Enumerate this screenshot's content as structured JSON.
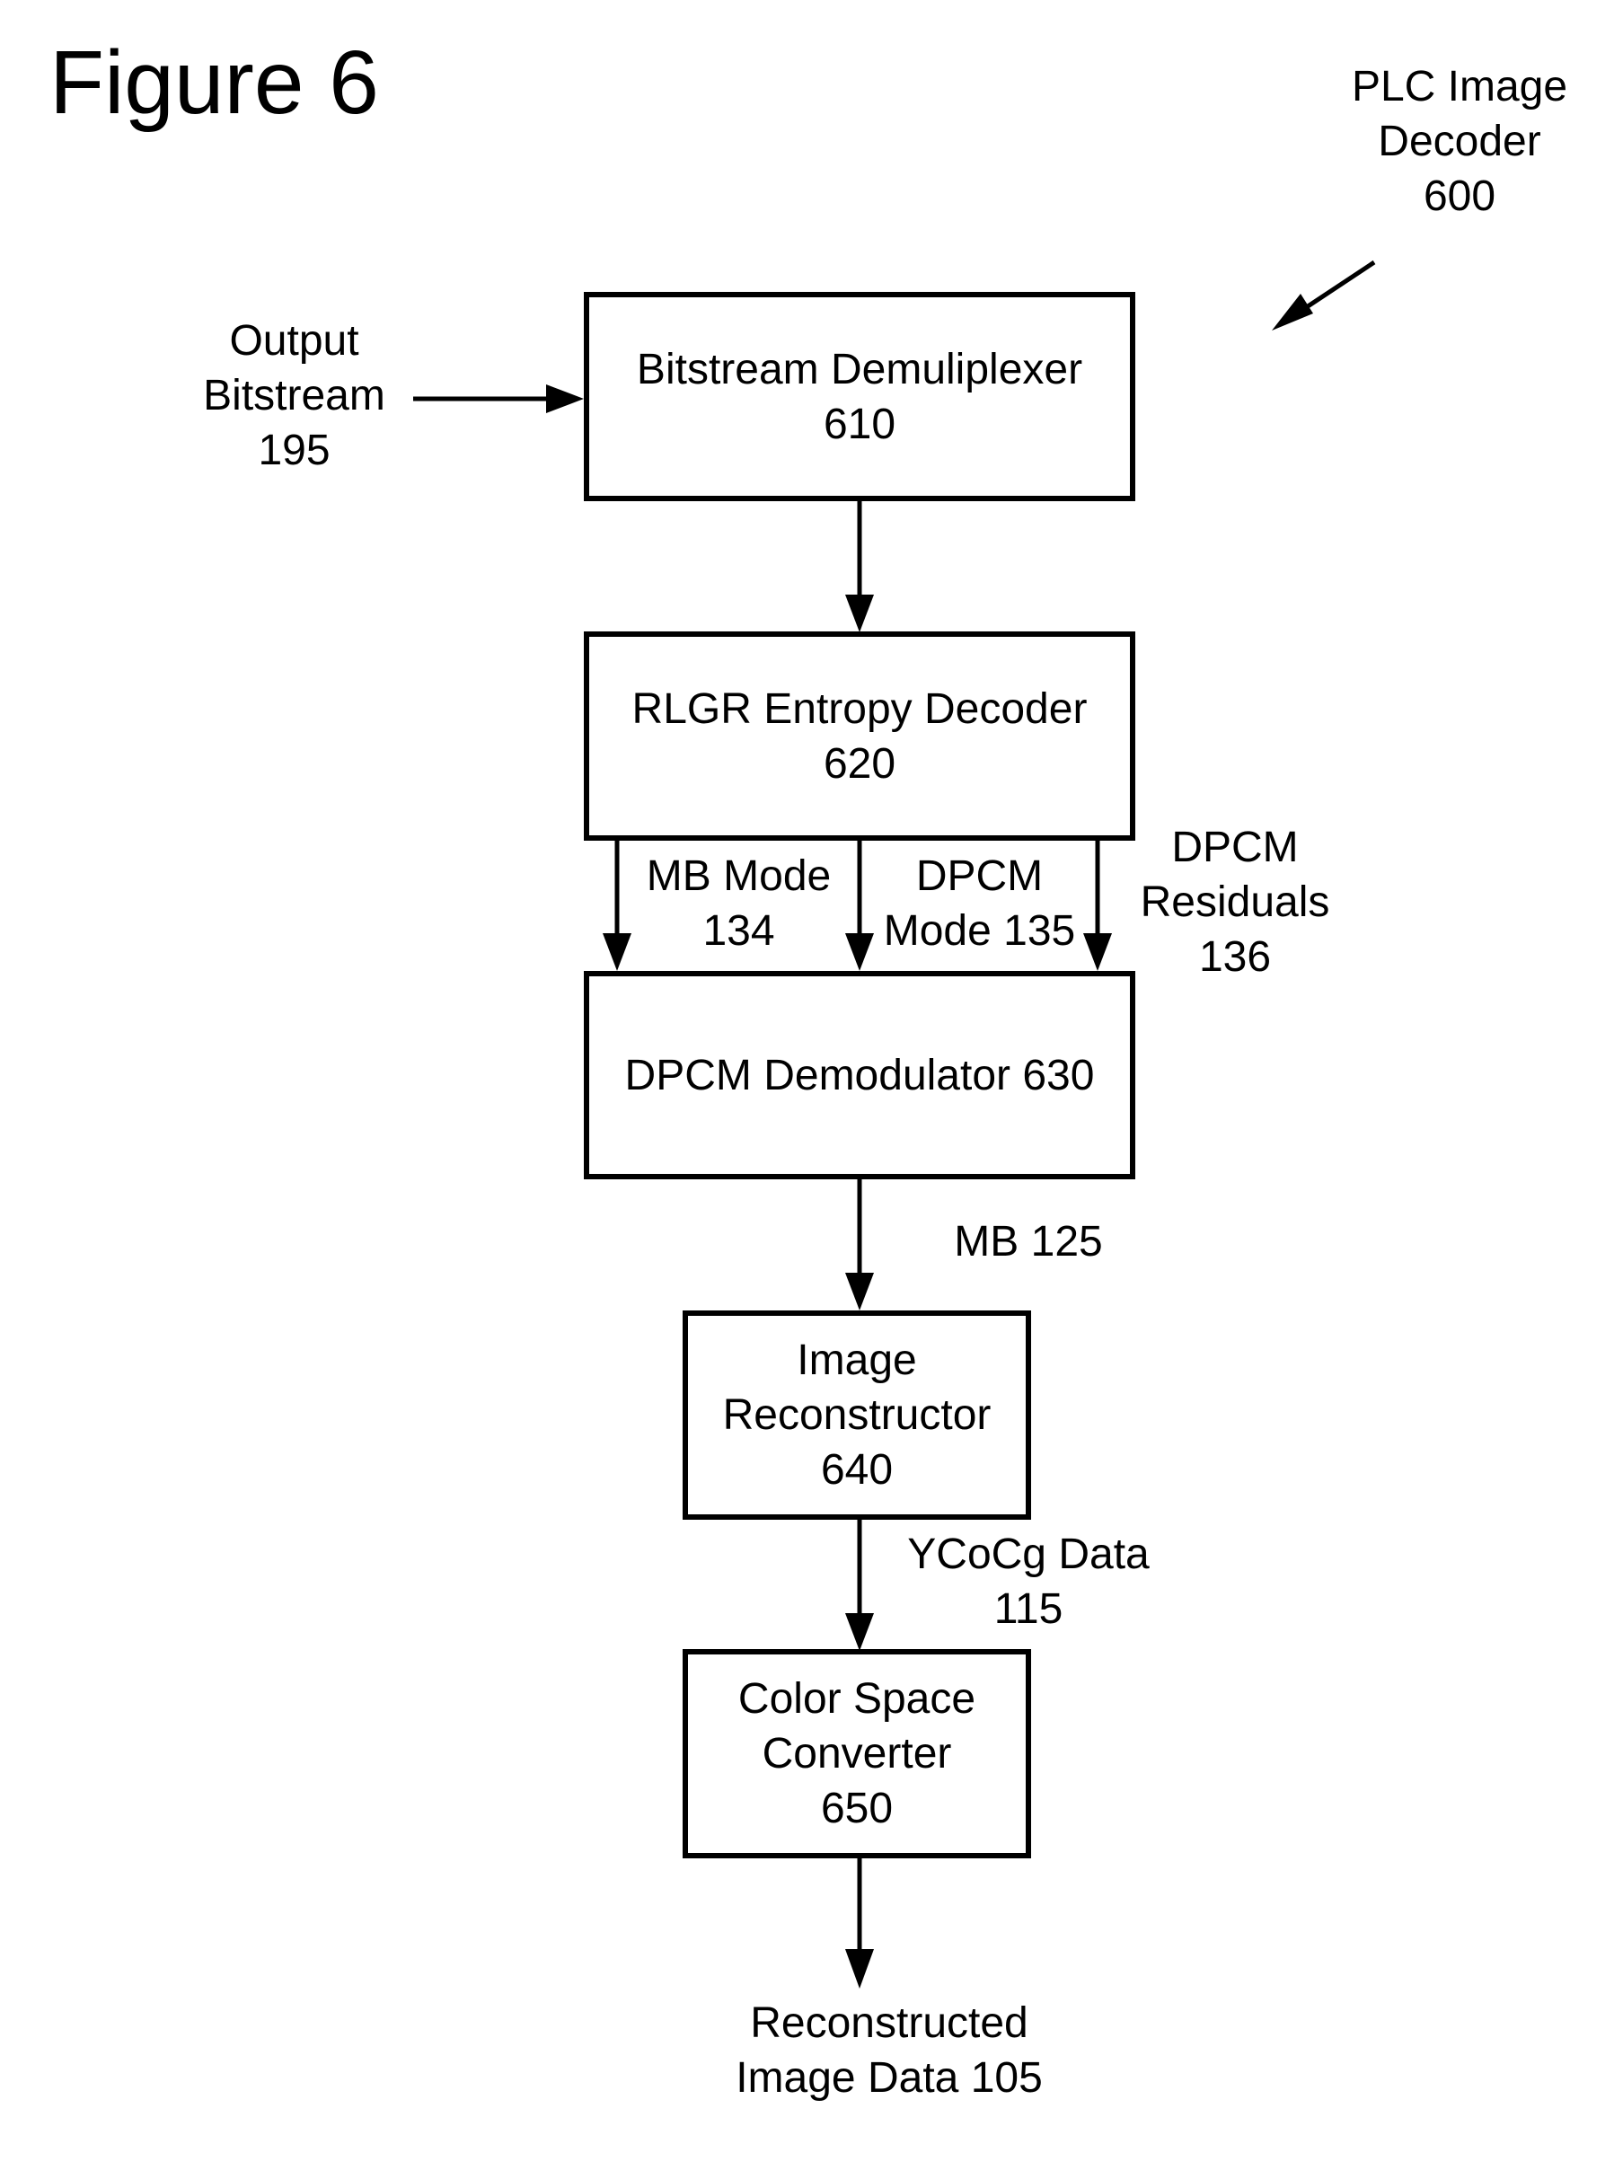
{
  "figure_title": "Figure 6",
  "decoder_label": {
    "line1": "PLC Image",
    "line2": "Decoder",
    "line3": "600"
  },
  "input_label": {
    "line1": "Output",
    "line2": "Bitstream",
    "line3": "195"
  },
  "blocks": {
    "demux": {
      "line1": "Bitstream Demuliplexer",
      "line2": "610"
    },
    "entropy": {
      "line1": "RLGR Entropy Decoder",
      "line2": "620"
    },
    "dpcm": {
      "line1": "DPCM Demodulator 630"
    },
    "reconstructor": {
      "line1": "Image",
      "line2": "Reconstructor",
      "line3": "640"
    },
    "converter": {
      "line1": "Color Space",
      "line2": "Converter",
      "line3": "650"
    }
  },
  "signals": {
    "mb_mode": {
      "line1": "MB Mode",
      "line2": "134"
    },
    "dpcm_mode": {
      "line1": "DPCM",
      "line2": "Mode 135"
    },
    "dpcm_residuals": {
      "line1": "DPCM",
      "line2": "Residuals",
      "line3": "136"
    },
    "mb": {
      "line1": "MB 125"
    },
    "ycocg": {
      "line1": "YCoCg Data",
      "line2": "115"
    }
  },
  "output_label": {
    "line1": "Reconstructed",
    "line2": "Image Data 105"
  }
}
